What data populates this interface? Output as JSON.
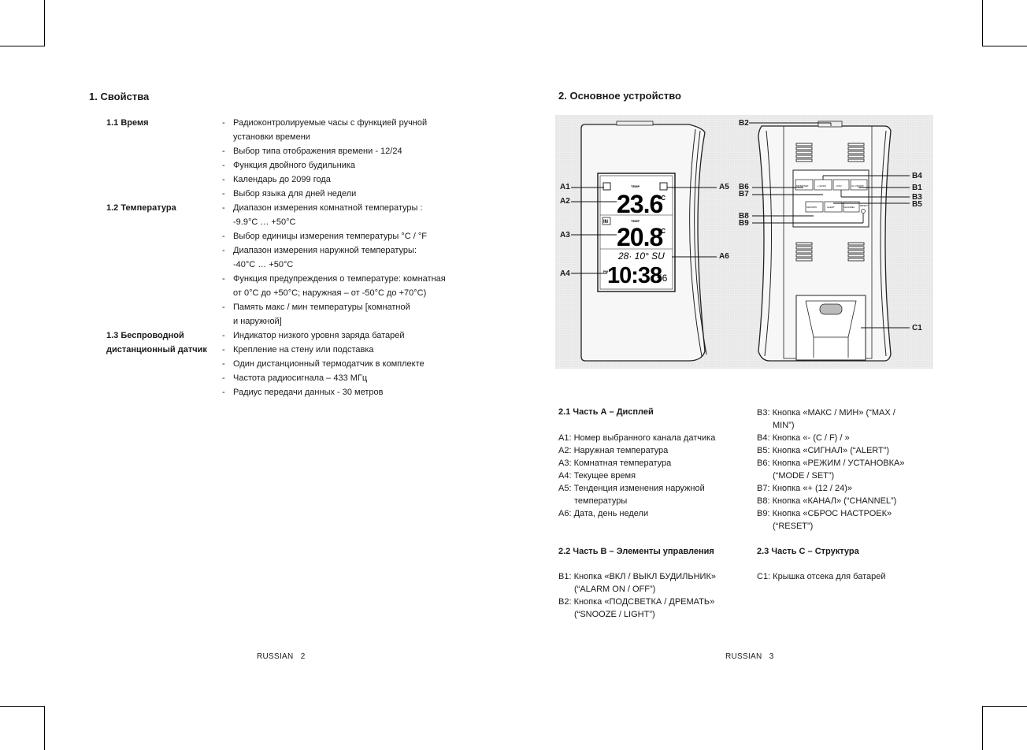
{
  "left": {
    "title": "1. Свойства",
    "sections": [
      {
        "head": [
          "1.1 Время"
        ],
        "items": [
          [
            "Радиоконтролируемые часы с функцией ручной",
            "установки времени"
          ],
          [
            "Выбор типа отображения времени - 12/24"
          ],
          [
            "Функция двойного будильника"
          ],
          [
            "Календарь до 2099 года"
          ],
          [
            "Выбор языка для дней недели"
          ]
        ]
      },
      {
        "head": [
          "1.2 Температура"
        ],
        "items": [
          [
            "Диапазон измерения комнатной температуры :",
            "-9.9°C … +50°C"
          ],
          [
            "Выбор единицы измерения температуры °C / °F"
          ],
          [
            "Диапазон измерения наружной температуры:",
            "-40°C … +50°C"
          ],
          [
            "Функция предупреждения о температуре: комнатная",
            "от 0°C до +50°C; наружная – от -50°C до +70°C)"
          ],
          [
            "Память макс / мин температуры [комнатной",
            "и наружной]"
          ]
        ]
      },
      {
        "head": [
          "1.3 Беспроводной",
          "дистанционный датчик"
        ],
        "items": [
          [
            "Индикатор низкого уровня заряда батарей"
          ],
          [
            "Крепление на стену или подставка"
          ],
          [
            "Один дистанционный термодатчик в комплекте"
          ],
          [
            "Частота радиосигнала – 433 МГц"
          ],
          [
            "Радиус передачи данных - 30 метров"
          ]
        ]
      }
    ],
    "footer": "RUSSIAN   2"
  },
  "right": {
    "title": "2. Основное устройство",
    "diagram": {
      "labels_left": [
        "A1",
        "A2",
        "A3",
        "A4"
      ],
      "labels_mid": [
        "A5",
        "A6"
      ],
      "labels_b": [
        "B2",
        "B6",
        "B7",
        "B8",
        "B9"
      ],
      "labels_b_right": [
        "B4",
        "B1",
        "B3",
        "B5",
        "C1"
      ],
      "lcd": {
        "temp_top": "TEMP",
        "out_temp": "23.6",
        "unit": "°C",
        "in_label": "IN",
        "temp_mid": "TEMP",
        "in_temp": "20.8",
        "date": "28· 10° SU",
        "pm": "PM",
        "time": "10:38",
        "sec": "56"
      },
      "buttons": [
        "MODE/SET",
        "+ (12/24)",
        "- (C/F)",
        "AL ON/OFF",
        "MAX/MIN",
        "ALERT",
        "CHANNEL",
        "RESET"
      ]
    },
    "partA": {
      "title": "2.1 Часть А – Дисплей",
      "items": [
        [
          "A1: Номер выбранного канала датчика"
        ],
        [
          "A2: Наружная температура"
        ],
        [
          "A3: Комнатная температура"
        ],
        [
          "A4: Текущее время"
        ],
        [
          "A5: Тенденция изменения наружной",
          "температуры"
        ],
        [
          "A6: Дата, день недели"
        ]
      ]
    },
    "partB2": {
      "items": [
        [
          "B3: Кнопка «МАКС / МИН» (“MAX /",
          "MIN”)"
        ],
        [
          "B4: Кнопка «- (C / F) / »"
        ],
        [
          "B5: Кнопка «СИГНАЛ» (“ALERT”)"
        ],
        [
          "B6: Кнопка «РЕЖИМ / УСТАНОВКА»",
          "(“MODE / SET”)"
        ],
        [
          "B7: Кнопка «+ (12 / 24)»"
        ],
        [
          "B8: Кнопка «КАНАЛ» (“CHANNEL”)"
        ],
        [
          "B9: Кнопка «СБРОС НАСТРОЕК»",
          "(“RESET”)"
        ]
      ]
    },
    "partB": {
      "title": "2.2 Часть В – Элементы управления",
      "items": [
        [
          "B1: Кнопка «ВКЛ / ВЫКЛ БУДИЛЬНИК»",
          "(“ALARM ON / OFF”)"
        ],
        [
          "B2: Кнопка «ПОДСВЕТКА / ДРЕМАТЬ»",
          "(“SNOOZE / LIGHT”)"
        ]
      ]
    },
    "partC": {
      "title": "2.3 Часть С – Структура",
      "items": [
        [
          "C1: Крышка отсека для батарей"
        ]
      ]
    },
    "footer": "RUSSIAN   3"
  }
}
